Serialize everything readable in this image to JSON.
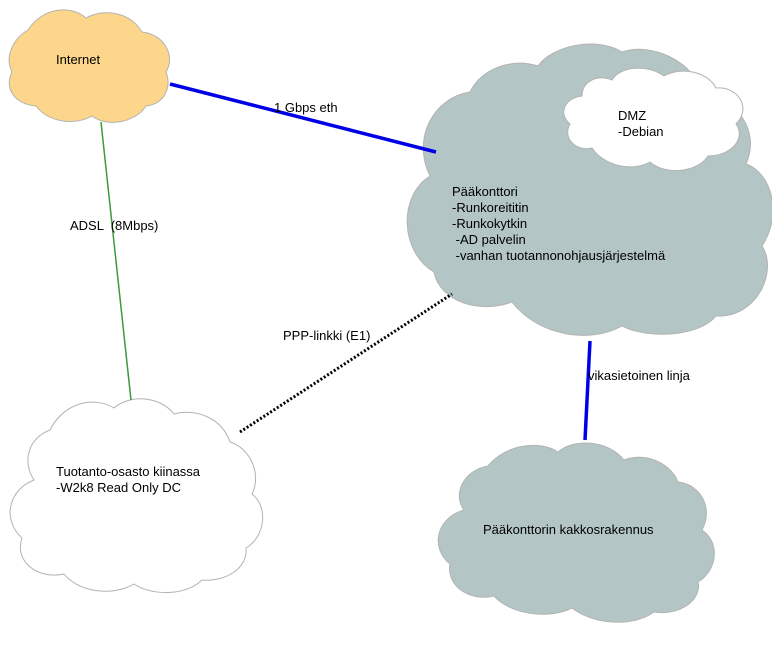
{
  "colors": {
    "internet_fill": "#fcd68a",
    "gray_cloud_fill": "#b3c5c5",
    "white_cloud_fill": "#ffffff",
    "cloud_stroke": "#b3b3b3",
    "eth_link": "#0000e6",
    "adsl_link": "#3c9a3c",
    "ppp_link": "#000000",
    "backup_link": "#0000e6"
  },
  "nodes": {
    "internet": {
      "title": "Internet"
    },
    "dmz": {
      "title": "DMZ",
      "items": [
        "-Debian"
      ]
    },
    "hq": {
      "title": "Pääkonttori",
      "items": [
        "-Runkoreititin",
        "-Runkokytkin",
        " -AD palvelin",
        " -vanhan tuotannonohjausjärjestelmä"
      ]
    },
    "production": {
      "title": "Tuotanto-osasto kiinassa",
      "items": [
        "-W2k8 Read Only DC"
      ]
    },
    "backup_building": {
      "title": "Pääkonttorin kakkosrakennus"
    }
  },
  "links": {
    "eth": {
      "label": "1 Gbps eth"
    },
    "adsl": {
      "label": "ADSL  (8Mbps)"
    },
    "ppp": {
      "label": "PPP-linkki (E1)"
    },
    "backup": {
      "label": "vikasietoinen linja"
    }
  }
}
